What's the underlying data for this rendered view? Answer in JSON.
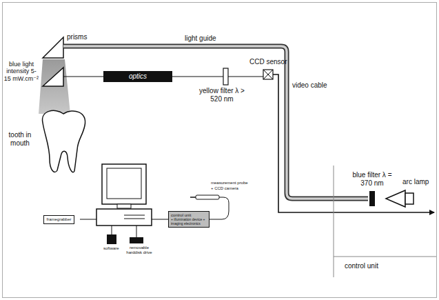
{
  "diagram": {
    "nodes": [
      {
        "text": [
          "optics"
        ]
      },
      {
        "text": [
          "framegrabber"
        ]
      },
      {
        "text": [
          "control unit",
          "+ illumination device + imaging electronics"
        ]
      }
    ],
    "labels": [
      "prisms",
      "light guide",
      "blue light intensity 5-15 mW.cm⁻²",
      "tooth in mouth",
      "CCD sensor",
      "yellow filter λ > 520 nm",
      "video cable",
      "blue filter λ = 370 nm",
      "arc lamp",
      "control unit",
      "measurement probe",
      "+ CCD camera",
      "software",
      "removable harddisk drive"
    ]
  }
}
